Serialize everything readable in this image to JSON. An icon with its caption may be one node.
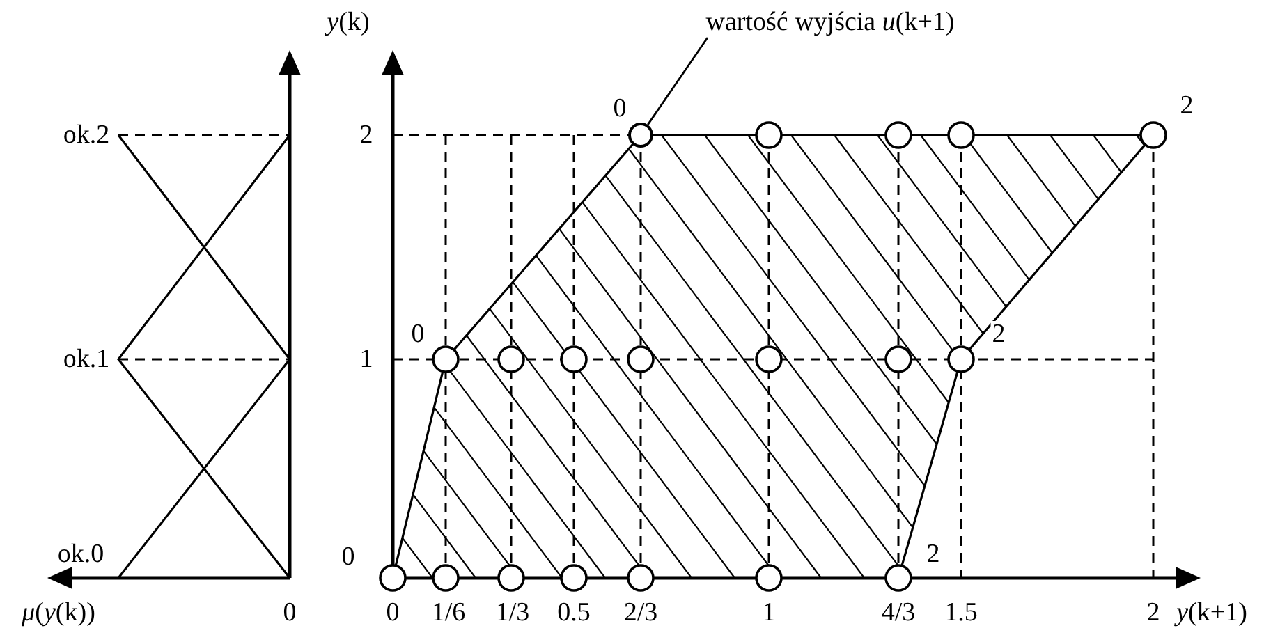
{
  "diagram": {
    "nodes": [
      {
        "text": [
          "wartość wyjścia *u*(k+1)"
        ]
      },
      {
        "text": [],
        "shape": "circle"
      }
    ],
    "edges": [
      {
        "from": 0,
        "to": 1,
        "arrow": "none"
      }
    ],
    "labels": [
      "*y*(k)",
      "ok.2",
      "2",
      "0",
      "2",
      "ok.1",
      "1",
      "0",
      "2",
      "ok.0",
      "0",
      "2",
      "*μ*(*y*(k))",
      "0",
      "0",
      "1/6",
      "1/3",
      "0.5",
      "2/3",
      "1",
      "4/3",
      "1.5",
      "2",
      "*y*(k+1)"
    ]
  }
}
